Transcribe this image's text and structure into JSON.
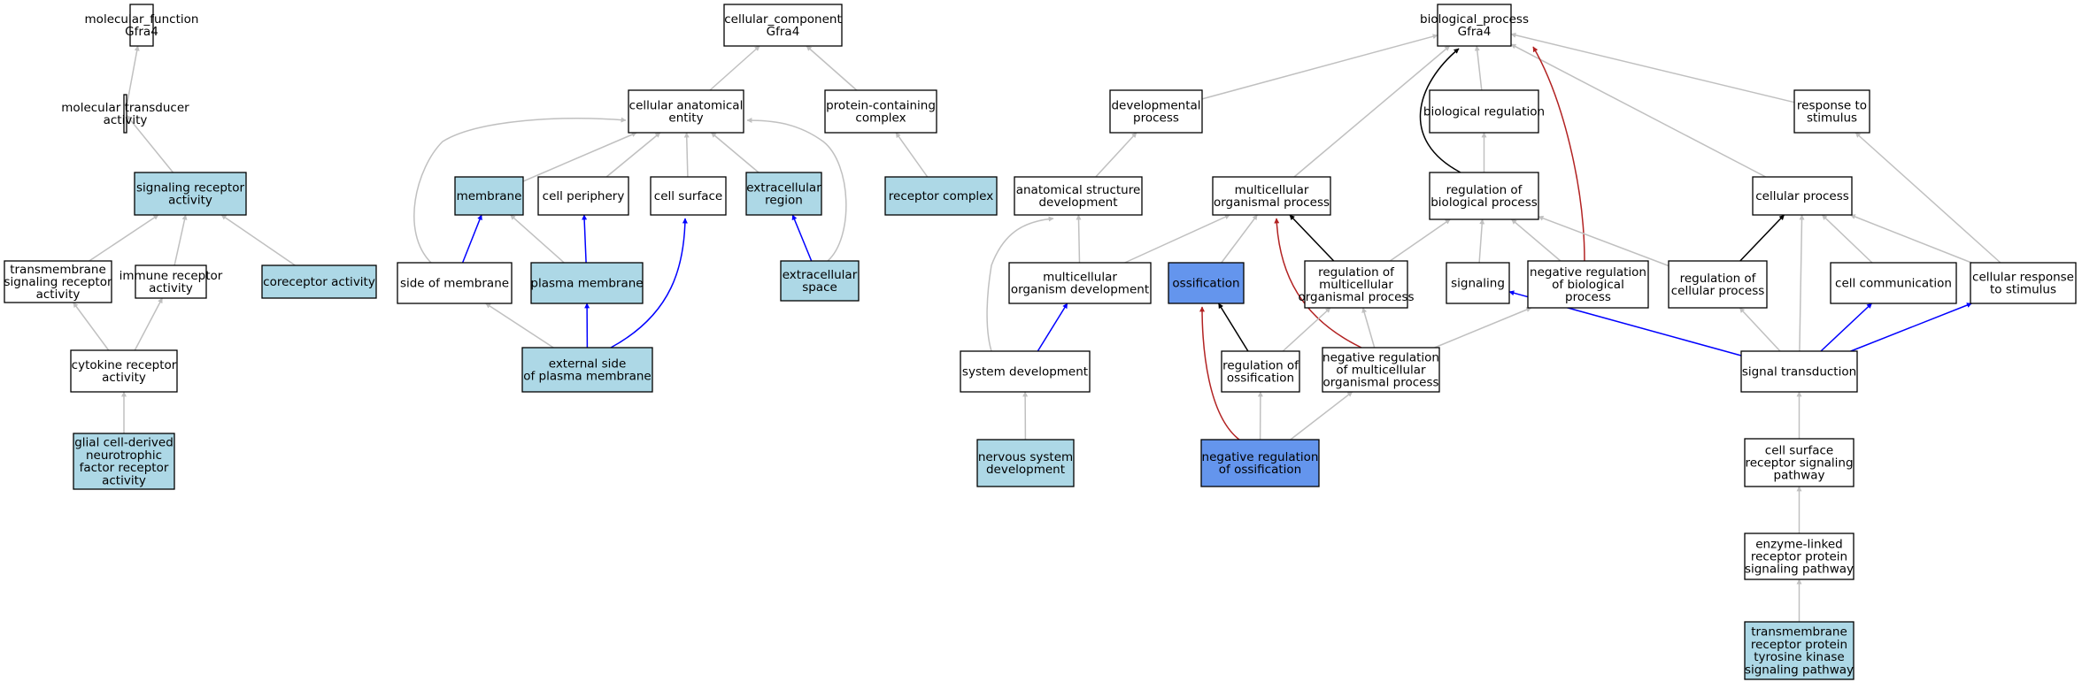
{
  "colors": {
    "white": "#ffffff",
    "lightblue": "#add8e6",
    "blue": "#6495ed",
    "edge_gray": "#c0c0c0",
    "edge_black": "#000000",
    "edge_blue": "#0000ff",
    "edge_red": "#b22222"
  },
  "nodes": [
    {
      "id": "mf",
      "lines": [
        "molecular_function",
        "Gfra4"
      ],
      "fill": "white"
    },
    {
      "id": "mta",
      "lines": [
        "molecular transducer",
        "activity"
      ],
      "fill": "white"
    },
    {
      "id": "sra",
      "lines": [
        "signaling receptor",
        "activity"
      ],
      "fill": "lightblue"
    },
    {
      "id": "tsra",
      "lines": [
        "transmembrane",
        "signaling receptor",
        "activity"
      ],
      "fill": "white"
    },
    {
      "id": "ira",
      "lines": [
        "immune receptor",
        "activity"
      ],
      "fill": "white"
    },
    {
      "id": "cra",
      "lines": [
        "coreceptor activity"
      ],
      "fill": "lightblue"
    },
    {
      "id": "ckra",
      "lines": [
        "cytokine receptor",
        "activity"
      ],
      "fill": "white"
    },
    {
      "id": "gdnf",
      "lines": [
        "glial cell-derived",
        "neurotrophic",
        "factor receptor",
        "activity"
      ],
      "fill": "lightblue"
    },
    {
      "id": "cc",
      "lines": [
        "cellular_component",
        "Gfra4"
      ],
      "fill": "white"
    },
    {
      "id": "cae",
      "lines": [
        "cellular anatomical",
        "entity"
      ],
      "fill": "white"
    },
    {
      "id": "pcc",
      "lines": [
        "protein-containing",
        "complex"
      ],
      "fill": "white"
    },
    {
      "id": "mem",
      "lines": [
        "membrane"
      ],
      "fill": "lightblue"
    },
    {
      "id": "cp",
      "lines": [
        "cell periphery"
      ],
      "fill": "white"
    },
    {
      "id": "cs",
      "lines": [
        "cell surface"
      ],
      "fill": "white"
    },
    {
      "id": "er",
      "lines": [
        "extracellular",
        "region"
      ],
      "fill": "lightblue"
    },
    {
      "id": "rc",
      "lines": [
        "receptor complex"
      ],
      "fill": "lightblue"
    },
    {
      "id": "som",
      "lines": [
        "side of membrane"
      ],
      "fill": "white"
    },
    {
      "id": "pm",
      "lines": [
        "plasma membrane"
      ],
      "fill": "lightblue"
    },
    {
      "id": "es",
      "lines": [
        "extracellular",
        "space"
      ],
      "fill": "lightblue"
    },
    {
      "id": "espm",
      "lines": [
        "external side",
        "of plasma membrane"
      ],
      "fill": "lightblue"
    },
    {
      "id": "bp",
      "lines": [
        "biological_process",
        "Gfra4"
      ],
      "fill": "white"
    },
    {
      "id": "dp",
      "lines": [
        "developmental",
        "process"
      ],
      "fill": "white"
    },
    {
      "id": "br",
      "lines": [
        "biological regulation"
      ],
      "fill": "white"
    },
    {
      "id": "rts",
      "lines": [
        "response to",
        "stimulus"
      ],
      "fill": "white"
    },
    {
      "id": "asd",
      "lines": [
        "anatomical structure",
        "development"
      ],
      "fill": "white"
    },
    {
      "id": "mop",
      "lines": [
        "multicellular",
        "organismal process"
      ],
      "fill": "white"
    },
    {
      "id": "rbp",
      "lines": [
        "regulation of",
        "biological process"
      ],
      "fill": "white"
    },
    {
      "id": "cpr",
      "lines": [
        "cellular process"
      ],
      "fill": "white"
    },
    {
      "id": "mod",
      "lines": [
        "multicellular",
        "organism development"
      ],
      "fill": "white"
    },
    {
      "id": "oss",
      "lines": [
        "ossification"
      ],
      "fill": "blue"
    },
    {
      "id": "rmop",
      "lines": [
        "regulation of",
        "multicellular",
        "organismal process"
      ],
      "fill": "white"
    },
    {
      "id": "sig",
      "lines": [
        "signaling"
      ],
      "fill": "white"
    },
    {
      "id": "nrbp",
      "lines": [
        "negative regulation",
        "of biological",
        "process"
      ],
      "fill": "white"
    },
    {
      "id": "rcp",
      "lines": [
        "regulation of",
        "cellular process"
      ],
      "fill": "white"
    },
    {
      "id": "ccom",
      "lines": [
        "cell communication"
      ],
      "fill": "white"
    },
    {
      "id": "crs",
      "lines": [
        "cellular response",
        "to stimulus"
      ],
      "fill": "white"
    },
    {
      "id": "sd",
      "lines": [
        "system development"
      ],
      "fill": "white"
    },
    {
      "id": "ross",
      "lines": [
        "regulation of",
        "ossification"
      ],
      "fill": "white"
    },
    {
      "id": "nrmop",
      "lines": [
        "negative regulation",
        "of multicellular",
        "organismal process"
      ],
      "fill": "white"
    },
    {
      "id": "st",
      "lines": [
        "signal transduction"
      ],
      "fill": "white"
    },
    {
      "id": "nsd",
      "lines": [
        "nervous system",
        "development"
      ],
      "fill": "lightblue"
    },
    {
      "id": "nross",
      "lines": [
        "negative regulation",
        "of ossification"
      ],
      "fill": "blue"
    },
    {
      "id": "csrsp",
      "lines": [
        "cell surface",
        "receptor signaling",
        "pathway"
      ],
      "fill": "white"
    },
    {
      "id": "elrpsp",
      "lines": [
        "enzyme-linked",
        "receptor protein",
        "signaling pathway"
      ],
      "fill": "white"
    },
    {
      "id": "trptksp",
      "lines": [
        "transmembrane",
        "receptor protein",
        "tyrosine kinase",
        "signaling pathway"
      ],
      "fill": "lightblue"
    }
  ],
  "edges": [
    {
      "from": "mta",
      "to": "mf",
      "color": "edge_gray"
    },
    {
      "from": "sra",
      "to": "mta",
      "color": "edge_gray"
    },
    {
      "from": "tsra",
      "to": "sra",
      "color": "edge_gray"
    },
    {
      "from": "ira",
      "to": "sra",
      "color": "edge_gray"
    },
    {
      "from": "cra",
      "to": "sra",
      "color": "edge_gray"
    },
    {
      "from": "ckra",
      "to": "tsra",
      "color": "edge_gray"
    },
    {
      "from": "ckra",
      "to": "ira",
      "color": "edge_gray"
    },
    {
      "from": "gdnf",
      "to": "ckra",
      "color": "edge_gray"
    },
    {
      "from": "cae",
      "to": "cc",
      "color": "edge_gray"
    },
    {
      "from": "pcc",
      "to": "cc",
      "color": "edge_gray"
    },
    {
      "from": "mem",
      "to": "cae",
      "color": "edge_gray"
    },
    {
      "from": "cp",
      "to": "cae",
      "color": "edge_gray"
    },
    {
      "from": "cs",
      "to": "cae",
      "color": "edge_gray"
    },
    {
      "from": "er",
      "to": "cae",
      "color": "edge_gray"
    },
    {
      "from": "som",
      "to": "cae",
      "color": "edge_gray",
      "curve": "som_cae"
    },
    {
      "from": "es",
      "to": "cae",
      "color": "edge_gray",
      "curve": "es_cae"
    },
    {
      "from": "rc",
      "to": "pcc",
      "color": "edge_gray"
    },
    {
      "from": "som",
      "to": "mem",
      "color": "edge_blue"
    },
    {
      "from": "pm",
      "to": "mem",
      "color": "edge_gray"
    },
    {
      "from": "pm",
      "to": "cp",
      "color": "edge_blue"
    },
    {
      "from": "es",
      "to": "er",
      "color": "edge_blue"
    },
    {
      "from": "espm",
      "to": "som",
      "color": "edge_gray"
    },
    {
      "from": "espm",
      "to": "pm",
      "color": "edge_blue"
    },
    {
      "from": "espm",
      "to": "cs",
      "color": "edge_blue",
      "curve": "espm_cs"
    },
    {
      "from": "dp",
      "to": "bp",
      "color": "edge_gray"
    },
    {
      "from": "br",
      "to": "bp",
      "color": "edge_gray"
    },
    {
      "from": "rts",
      "to": "bp",
      "color": "edge_gray"
    },
    {
      "from": "mop",
      "to": "bp",
      "color": "edge_gray"
    },
    {
      "from": "cpr",
      "to": "bp",
      "color": "edge_gray"
    },
    {
      "from": "rbp",
      "to": "bp",
      "color": "edge_black",
      "curve": "rbp_bp"
    },
    {
      "from": "nrbp",
      "to": "bp",
      "color": "edge_red",
      "curve": "nrbp_bp"
    },
    {
      "from": "asd",
      "to": "dp",
      "color": "edge_gray"
    },
    {
      "from": "rbp",
      "to": "br",
      "color": "edge_gray"
    },
    {
      "from": "mod",
      "to": "asd",
      "color": "edge_gray"
    },
    {
      "from": "sd",
      "to": "asd",
      "color": "edge_gray",
      "curve": "sd_asd"
    },
    {
      "from": "mod",
      "to": "mop",
      "color": "edge_gray"
    },
    {
      "from": "oss",
      "to": "mop",
      "color": "edge_gray"
    },
    {
      "from": "rmop",
      "to": "mop",
      "color": "edge_black"
    },
    {
      "from": "nrmop",
      "to": "mop",
      "color": "edge_red",
      "curve": "nrmop_mop"
    },
    {
      "from": "sd",
      "to": "mod",
      "color": "edge_blue"
    },
    {
      "from": "nsd",
      "to": "sd",
      "color": "edge_gray"
    },
    {
      "from": "ross",
      "to": "oss",
      "color": "edge_black"
    },
    {
      "from": "nross",
      "to": "oss",
      "color": "edge_red",
      "curve": "nross_oss"
    },
    {
      "from": "rmop",
      "to": "rbp",
      "color": "edge_gray"
    },
    {
      "from": "sig",
      "to": "rbp",
      "color": "edge_gray"
    },
    {
      "from": "nrbp",
      "to": "rbp",
      "color": "edge_gray"
    },
    {
      "from": "rcp",
      "to": "rbp",
      "color": "edge_gray"
    },
    {
      "from": "ross",
      "to": "rmop",
      "color": "edge_gray"
    },
    {
      "from": "nrmop",
      "to": "rmop",
      "color": "edge_gray"
    },
    {
      "from": "nross",
      "to": "ross",
      "color": "edge_gray"
    },
    {
      "from": "nross",
      "to": "nrmop",
      "color": "edge_gray"
    },
    {
      "from": "nrmop",
      "to": "nrbp",
      "color": "edge_gray"
    },
    {
      "from": "rcp",
      "to": "cpr",
      "color": "edge_black"
    },
    {
      "from": "ccom",
      "to": "cpr",
      "color": "edge_gray"
    },
    {
      "from": "crs",
      "to": "cpr",
      "color": "edge_gray"
    },
    {
      "from": "st",
      "to": "cpr",
      "color": "edge_gray"
    },
    {
      "from": "crs",
      "to": "rts",
      "color": "edge_gray"
    },
    {
      "from": "st",
      "to": "sig",
      "color": "edge_blue"
    },
    {
      "from": "st",
      "to": "rcp",
      "color": "edge_gray"
    },
    {
      "from": "st",
      "to": "ccom",
      "color": "edge_blue"
    },
    {
      "from": "st",
      "to": "crs",
      "color": "edge_blue"
    },
    {
      "from": "csrsp",
      "to": "st",
      "color": "edge_gray"
    },
    {
      "from": "elrpsp",
      "to": "csrsp",
      "color": "edge_gray"
    },
    {
      "from": "trptksp",
      "to": "elrpsp",
      "color": "edge_gray"
    }
  ]
}
